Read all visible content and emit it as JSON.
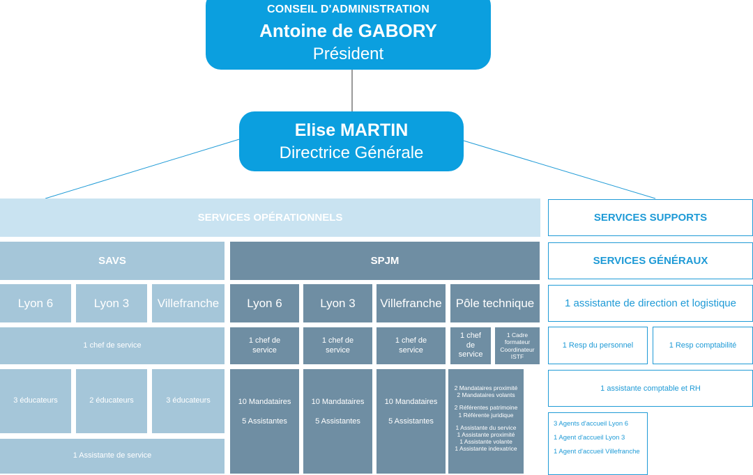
{
  "board": {
    "label": "CONSEIL D'ADMINISTRATION",
    "name": "Antoine de GABORY",
    "role": "Président"
  },
  "director": {
    "name": "Elise MARTIN",
    "role": "Directrice Générale"
  },
  "operational": {
    "title": "SERVICES OPÉRATIONNELS",
    "savs": {
      "title": "SAVS",
      "sites": [
        "Lyon 6",
        "Lyon 3",
        "Villefranche"
      ],
      "chef": "1 chef de service",
      "educators": [
        "3 éducateurs",
        "2 éducateurs",
        "3 éducateurs"
      ],
      "assistant": "1 Assistante de service"
    },
    "spjm": {
      "title": "SPJM",
      "sites": [
        "Lyon 6",
        "Lyon 3",
        "Villefranche",
        "Pôle technique"
      ],
      "chefs": [
        "1 chef de service",
        "1 chef de service",
        "1 chef de service"
      ],
      "pole_chef": "1 chef de service",
      "pole_cadre": "1 Cadre formateur Coordinateur ISTF",
      "mandataires": [
        "10 Mandataires",
        "10 Mandataires",
        "10 Mandataires"
      ],
      "assistantes": [
        "5 Assistantes",
        "5 Assistantes",
        "5 Assistantes"
      ],
      "pole_staff": [
        "2 Mandataires proximité",
        "2 Mandataires volants",
        "2 Référentes patrimoine",
        "1 Référente juridique",
        "1 Assistante du service",
        "1 Assistante proximité",
        "1 Assistante volante",
        "1 Assistante indexatrice"
      ]
    }
  },
  "support": {
    "title": "SERVICES SUPPORTS",
    "general_title": "SERVICES GÉNÉRAUX",
    "direction_assistant": "1 assistante de direction et logistique",
    "resp_personnel": "1 Resp du personnel",
    "resp_compta": "1 Resp comptabilité",
    "assistant_compta_rh": "1 assistante comptable et RH",
    "agents": [
      "3 Agents d'accueil Lyon 6",
      "1 Agent d'accueil Lyon 3",
      "1 Agent d'accueil Villefranche"
    ]
  },
  "colors": {
    "top_box": "#0b9fdf",
    "ops_band": "#c9e3f1",
    "savs": "#a5c6d9",
    "spjm": "#6f8ea3",
    "support_border": "#1e9ad6"
  }
}
